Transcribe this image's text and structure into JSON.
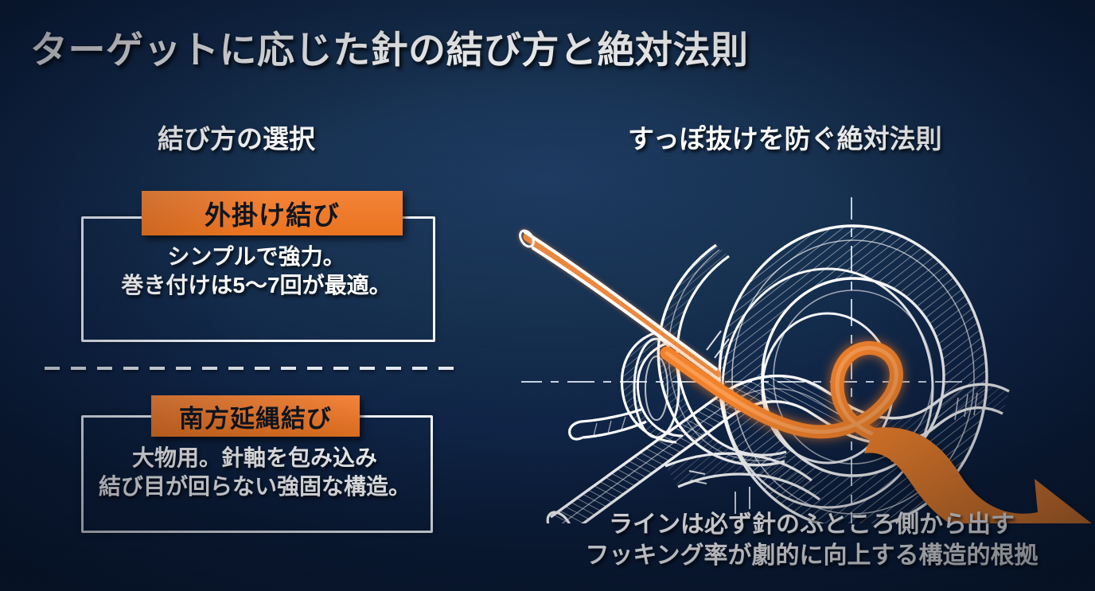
{
  "page": {
    "title": "ターゲットに応じた針の結び方と絶対法則",
    "background_color": "#142c4e",
    "accent_color": "#ee7a2c",
    "text_color": "#ffffff"
  },
  "left_panel": {
    "heading": "結び方の選択",
    "knots": [
      {
        "badge": "外掛け結び",
        "line1": "シンプルで強力。",
        "line2": "巻き付けは5〜7回が最適。"
      },
      {
        "badge": "南方延縄結び",
        "line1": "大物用。針軸を包み込み",
        "line2": "結び目が回らない強固な構造。"
      }
    ],
    "divider": "dashed-separator"
  },
  "right_panel": {
    "heading": "すっぽ抜けを防ぐ絶対法則",
    "diagram": {
      "name": "fishing-hook-knot-blueprint",
      "parts": [
        "hook-eye",
        "hook-shank",
        "knot-wraps",
        "tag-end",
        "main-line",
        "direction-arrow",
        "center-line"
      ],
      "line_color": "#ffffff",
      "line_highlight_color": "#f5893c"
    },
    "caption_line1": "ラインは必ず針のふところ側から出す",
    "caption_line2": "フッキング率が劇的に向上する構造的根拠"
  }
}
